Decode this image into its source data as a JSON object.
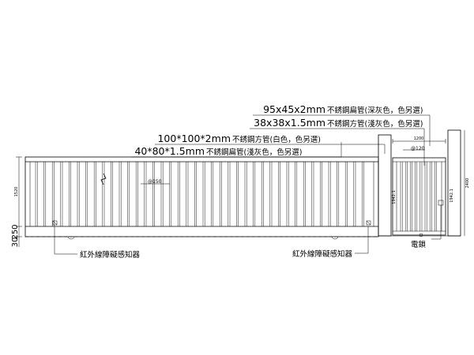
{
  "callouts": {
    "c1": {
      "size": "95x45x2mm",
      "desc": "不銹鋼扁管(深灰色，色另選)"
    },
    "c2": {
      "size": "38x38x1.5mm",
      "desc": "不銹鋼方管(淺灰色，色另選)"
    },
    "c3": {
      "size": "100*100*2mm",
      "desc": "不銹鋼方管(白色，色另選)"
    },
    "c4": {
      "size": "40*80*1.5mm",
      "desc": "不銹鋼扁管(淺灰色，色另選)"
    }
  },
  "pitch": {
    "main": "@150",
    "gate": "@120"
  },
  "sensor": {
    "left": "紅外線障礙感知器",
    "right": "紅外線障礙感知器"
  },
  "lock": "電鎖",
  "dims": {
    "main_height": "1520",
    "left_250": "250",
    "left_30": "30",
    "gate_width": "1200",
    "gate_h1": "1942.1",
    "gate_h2": "1942.1",
    "gate_total": "2400"
  }
}
